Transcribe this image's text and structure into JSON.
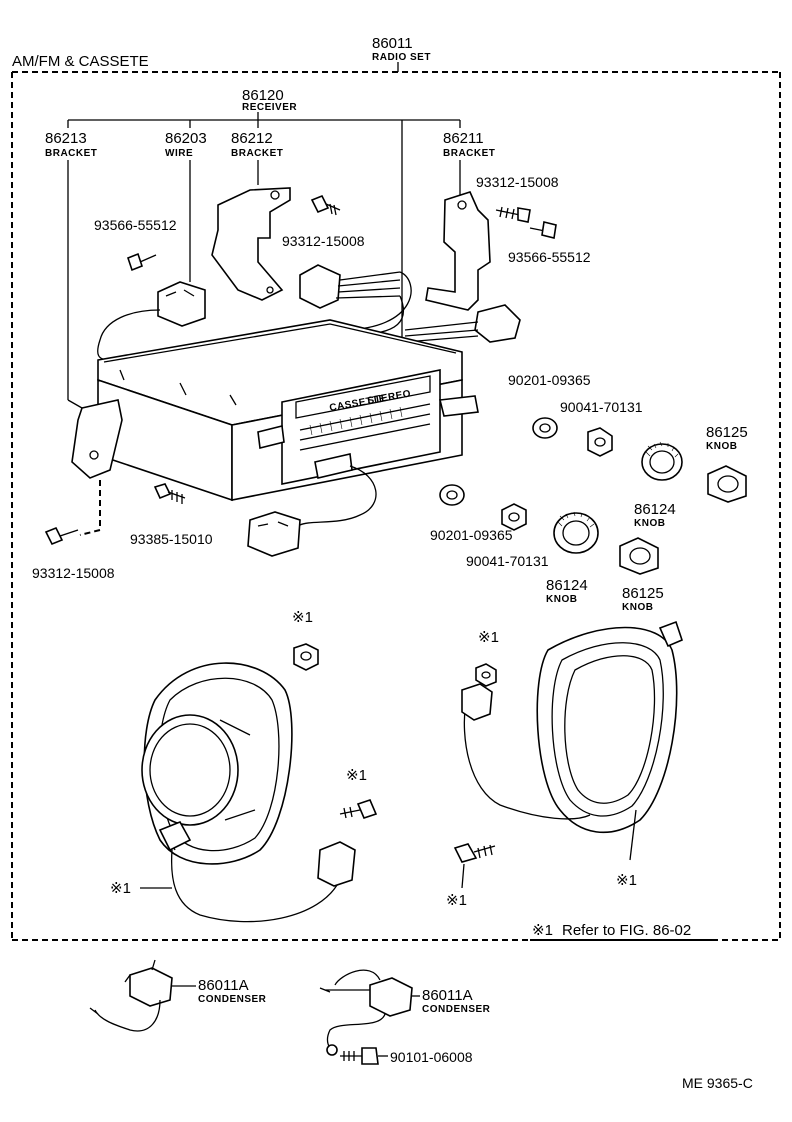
{
  "header": {
    "title": "AM/FM & CASSETE",
    "radio_set": {
      "number": "86011",
      "name": "RADIO SET"
    },
    "receiver": {
      "number": "86120",
      "name": "RECEIVER"
    }
  },
  "parts": {
    "bracket_86213": {
      "number": "86213",
      "name": "BRACKET"
    },
    "wire_86203": {
      "number": "86203",
      "name": "WIRE"
    },
    "bracket_86212": {
      "number": "86212",
      "name": "BRACKET"
    },
    "bracket_86211": {
      "number": "86211",
      "name": "BRACKET"
    },
    "screw_93312_a": "93312-15008",
    "screw_93312_b": "93312-15008",
    "screw_93312_c": "93312-15008",
    "screw_93566_a": "93566-55512",
    "screw_93566_b": "93566-55512",
    "washer_90201_a": "90201-09365",
    "washer_90201_b": "90201-09365",
    "nut_90041_a": "90041-70131",
    "nut_90041_b": "90041-70131",
    "knob_86125_a": {
      "number": "86125",
      "name": "KNOB"
    },
    "knob_86125_b": {
      "number": "86125",
      "name": "KNOB"
    },
    "knob_86124_a": {
      "number": "86124",
      "name": "KNOB"
    },
    "knob_86124_b": {
      "number": "86124",
      "name": "KNOB"
    },
    "bolt_93385": "93385-15010",
    "condenser_a": {
      "number": "86011A",
      "name": "CONDENSER"
    },
    "condenser_b": {
      "number": "86011A",
      "name": "CONDENSER"
    },
    "screw_90101": "90101-06008"
  },
  "ref_mark": "※1",
  "ref_note": "Refer to FIG. 86-02",
  "radio_face": {
    "cassette": "CASSETTE",
    "stereo": "STEREO"
  },
  "footer_code": "ME  9365-C"
}
